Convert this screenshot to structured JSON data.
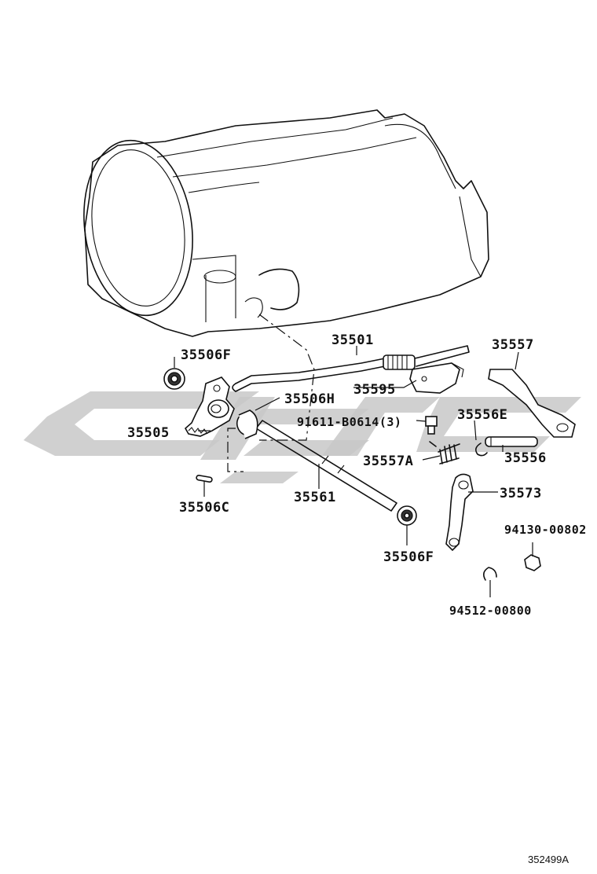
{
  "labels": {
    "p35506F_top": "35506F",
    "p35501": "35501",
    "p35557": "35557",
    "p35595": "35595",
    "p35506H": "35506H",
    "p91611": "91611-B0614(3)",
    "p35556E": "35556E",
    "p35505": "35505",
    "p35557A": "35557A",
    "p35556": "35556",
    "p35561": "35561",
    "p35573": "35573",
    "p35506C": "35506C",
    "p94130": "94130-00802",
    "p35506F_bottom": "35506F",
    "p94512": "94512-00800"
  },
  "figure_code": "352499A",
  "colors": {
    "line": "#111111",
    "watermark": "#c8c8c8",
    "background": "#ffffff"
  }
}
